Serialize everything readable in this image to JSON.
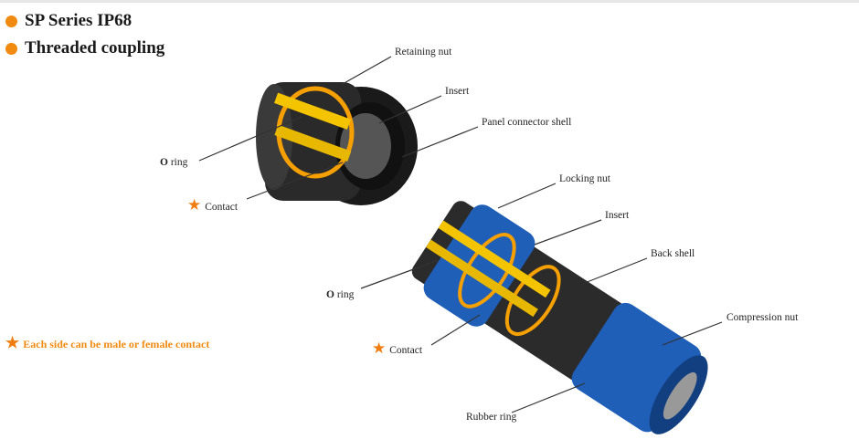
{
  "headings": [
    "SP Series IP68",
    "Threaded coupling"
  ],
  "note": "Each side can be male or female contact",
  "top_connector": {
    "labels": {
      "retaining_nut": "Retaining nut",
      "insert": "Insert",
      "panel_shell": "Panel connector shell",
      "o_ring_o": "O",
      "o_ring_rest": " ring",
      "contact": "Contact"
    }
  },
  "bottom_connector": {
    "labels": {
      "locking_nut": "Locking nut",
      "insert": "Insert",
      "back_shell": "Back shell",
      "compression_nut": "Compression nut",
      "o_ring_o": "O",
      "o_ring_rest": " ring",
      "contact": "Contact",
      "rubber_ring": "Rubber ring"
    }
  },
  "colors": {
    "accent": "#f08a10",
    "blue": "#1f5fb8",
    "gold": "#f5c400"
  }
}
